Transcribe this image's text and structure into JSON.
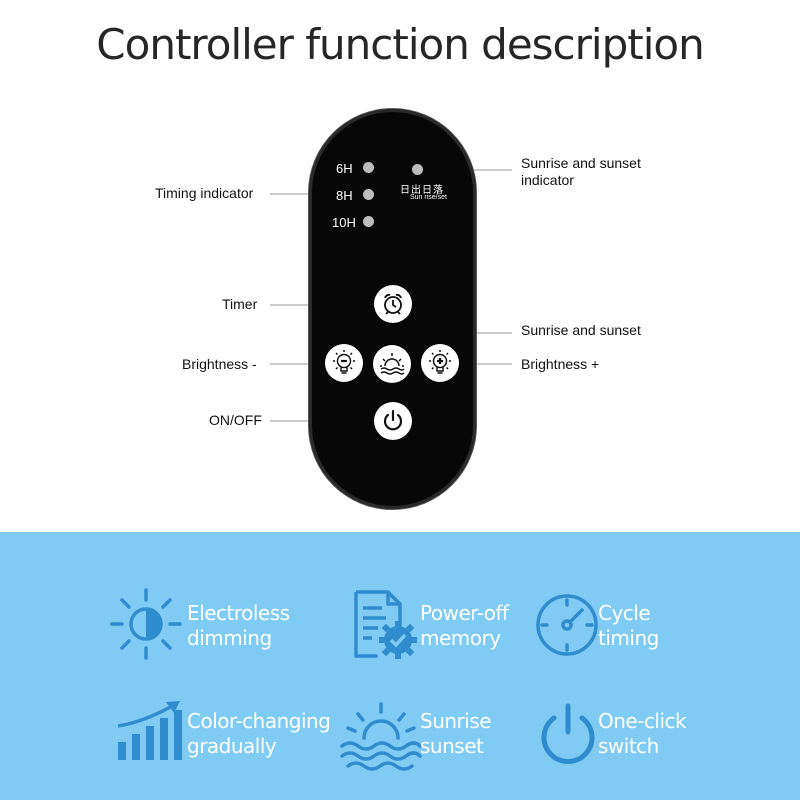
{
  "title": "Controller function description",
  "remote": {
    "timer_options": [
      "6H",
      "8H",
      "10H"
    ],
    "sunrise_label_cn": "日出日落",
    "sunrise_label_en": "Sun rise/set"
  },
  "callouts": {
    "timing_indicator": "Timing indicator",
    "sunrise_indicator_line1": "Sunrise and sunset",
    "sunrise_indicator_line2": "indicator",
    "timer": "Timer",
    "sunrise_sunset": "Sunrise and sunset",
    "brightness_minus": "Brightness -",
    "brightness_plus": "Brightness +",
    "on_off": "ON/OFF"
  },
  "features": [
    {
      "line1": "Electroless",
      "line2": "dimming",
      "icon": "half-sun-icon"
    },
    {
      "line1": "Power-off",
      "line2": "memory",
      "icon": "document-gear-icon"
    },
    {
      "line1": "Cycle",
      "line2": "timing",
      "icon": "clock-icon"
    },
    {
      "line1": "Color-changing",
      "line2": "gradually",
      "icon": "bar-chart-arrow-icon"
    },
    {
      "line1": "Sunrise",
      "line2": "sunset",
      "icon": "sunrise-icon"
    },
    {
      "line1": "One-click",
      "line2": "switch",
      "icon": "power-icon"
    }
  ],
  "colors": {
    "remote_body": "#070707",
    "indicator": "#bdbdbd",
    "feature_band": "#7fcbf3",
    "icon_blue": "#2e8ccf"
  }
}
